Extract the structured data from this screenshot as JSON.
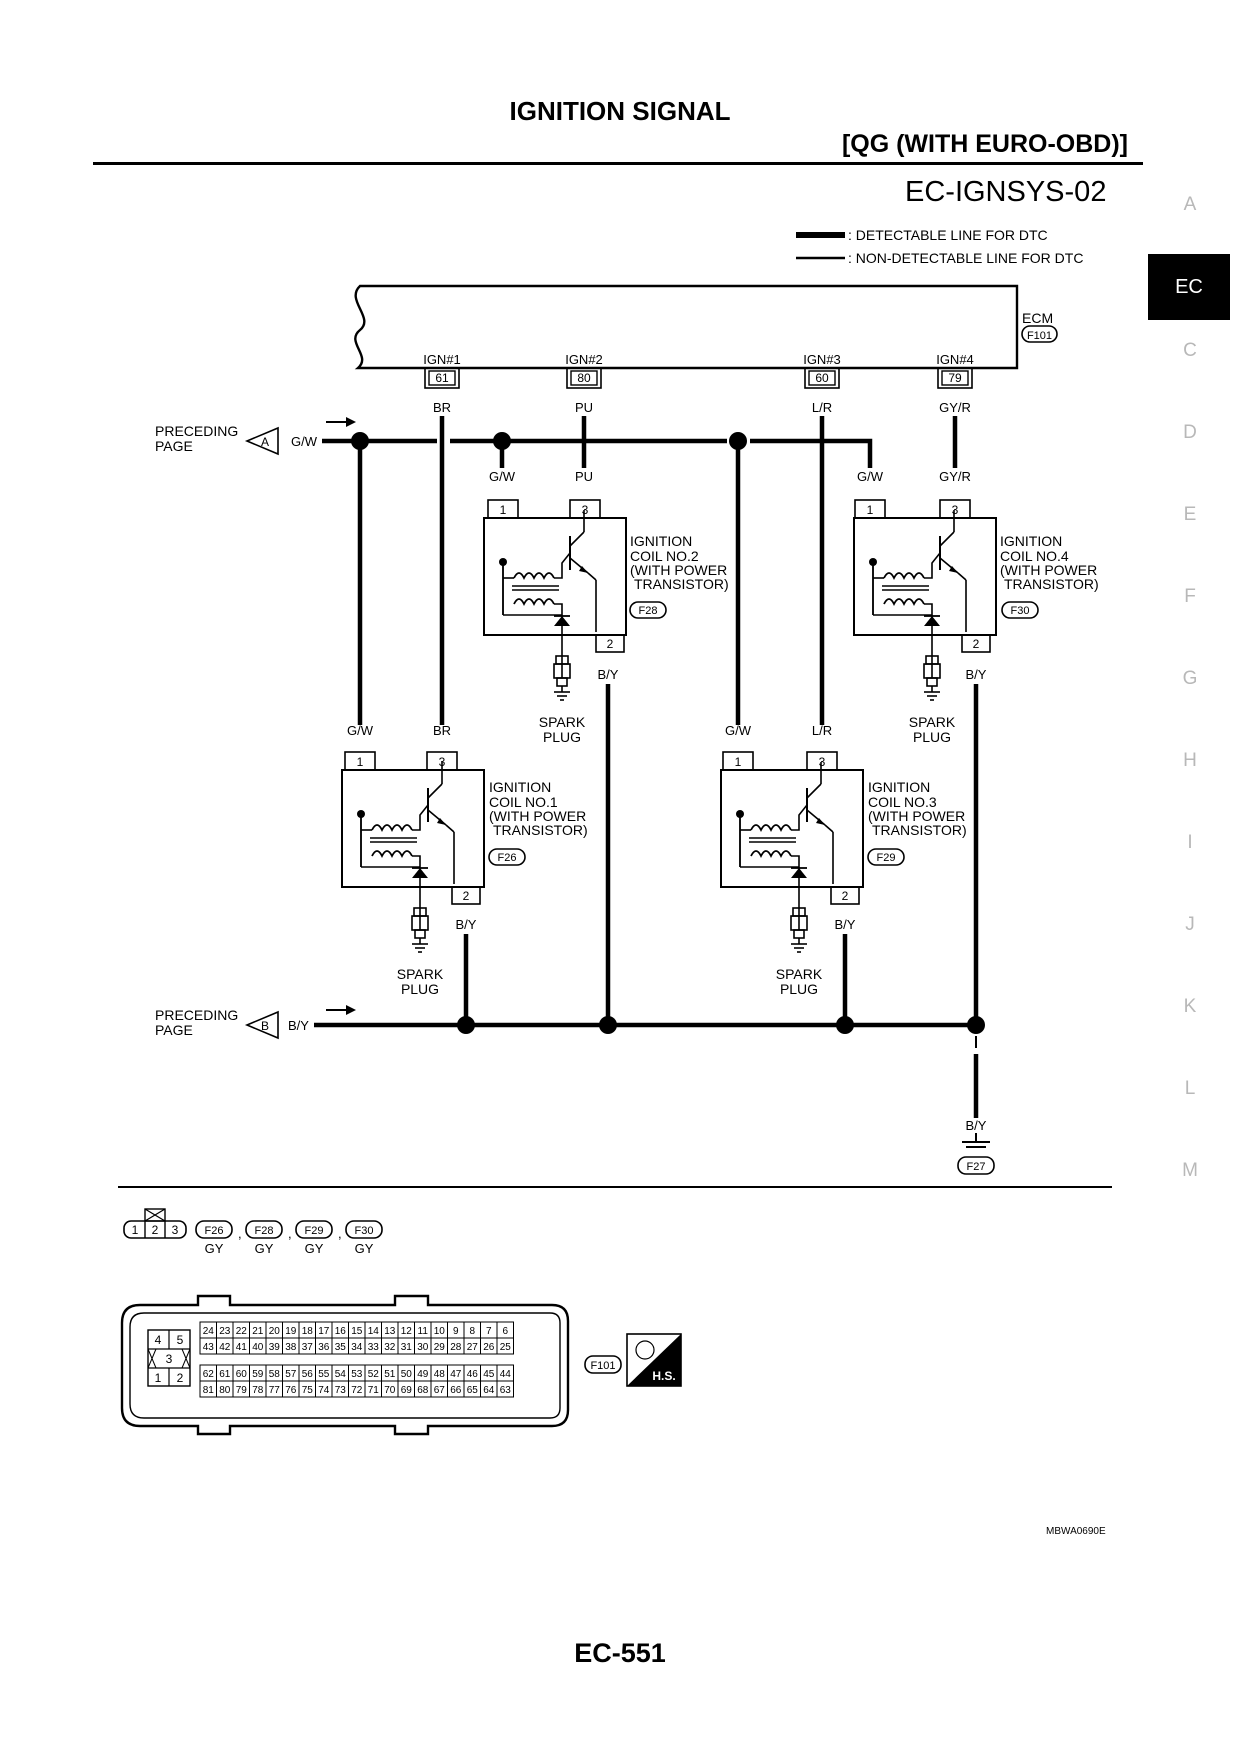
{
  "header": {
    "title": "IGNITION SIGNAL",
    "subtitle": "[QG (WITH EURO-OBD)]"
  },
  "diagram_id": "EC-IGNSYS-02",
  "legend": {
    "detectable": ": DETECTABLE LINE FOR DTC",
    "non_detectable": ": NON-DETECTABLE LINE FOR DTC"
  },
  "ecm": {
    "label": "ECM",
    "connector": "F101",
    "terminals": [
      {
        "name": "IGN#1",
        "pin": "61",
        "wire": "BR"
      },
      {
        "name": "IGN#2",
        "pin": "80",
        "wire": "PU"
      },
      {
        "name": "IGN#3",
        "pin": "60",
        "wire": "L/R"
      },
      {
        "name": "IGN#4",
        "pin": "79",
        "wire": "GY/R"
      }
    ]
  },
  "preceding": [
    {
      "text_line1": "PRECEDING",
      "text_line2": "PAGE",
      "ref": "A",
      "wire": "G/W"
    },
    {
      "text_line1": "PRECEDING",
      "text_line2": "PAGE",
      "ref": "B",
      "wire": "B/Y"
    }
  ],
  "coils": [
    {
      "line1": "IGNITION",
      "line2": "COIL NO.1",
      "line3": "(WITH POWER",
      "line4": "TRANSISTOR)",
      "connector": "F26",
      "pin1": "1",
      "pin3": "3",
      "pin2": "2",
      "wire1": "G/W",
      "wire3": "BR",
      "wire2": "B/Y",
      "plug1": "SPARK",
      "plug2": "PLUG"
    },
    {
      "line1": "IGNITION",
      "line2": "COIL NO.2",
      "line3": "(WITH POWER",
      "line4": "TRANSISTOR)",
      "connector": "F28",
      "pin1": "1",
      "pin3": "3",
      "pin2": "2",
      "wire1": "G/W",
      "wire3": "PU",
      "wire2": "B/Y",
      "plug1": "SPARK",
      "plug2": "PLUG"
    },
    {
      "line1": "IGNITION",
      "line2": "COIL NO.3",
      "line3": "(WITH POWER",
      "line4": "TRANSISTOR)",
      "connector": "F29",
      "pin1": "1",
      "pin3": "3",
      "pin2": "2",
      "wire1": "G/W",
      "wire3": "L/R",
      "wire2": "B/Y",
      "plug1": "SPARK",
      "plug2": "PLUG"
    },
    {
      "line1": "IGNITION",
      "line2": "COIL NO.4",
      "line3": "(WITH POWER",
      "line4": "TRANSISTOR)",
      "connector": "F30",
      "pin1": "1",
      "pin3": "3",
      "pin2": "2",
      "wire1": "G/W",
      "wire3": "GY/R",
      "wire2": "B/Y",
      "plug1": "SPARK",
      "plug2": "PLUG"
    }
  ],
  "ground": {
    "wire": "B/Y",
    "connector": "F27"
  },
  "connector_views": {
    "coil_pins": [
      "1",
      "2",
      "3"
    ],
    "coils": [
      {
        "id": "F26",
        "color": "GY"
      },
      {
        "id": "F28",
        "color": "GY"
      },
      {
        "id": "F29",
        "color": "GY"
      },
      {
        "id": "F30",
        "color": "GY"
      }
    ],
    "ecm_id": "F101",
    "ecm_small_pins": [
      "4",
      "5",
      "3",
      "1",
      "2"
    ],
    "ecm_rows": [
      [
        "24",
        "23",
        "22",
        "21",
        "20",
        "19",
        "18",
        "17",
        "16",
        "15",
        "14",
        "13",
        "12",
        "11",
        "10",
        "9",
        "8",
        "7",
        "6"
      ],
      [
        "43",
        "42",
        "41",
        "40",
        "39",
        "38",
        "37",
        "36",
        "35",
        "34",
        "33",
        "32",
        "31",
        "30",
        "29",
        "28",
        "27",
        "26",
        "25"
      ],
      [
        "62",
        "61",
        "60",
        "59",
        "58",
        "57",
        "56",
        "55",
        "54",
        "53",
        "52",
        "51",
        "50",
        "49",
        "48",
        "47",
        "46",
        "45",
        "44"
      ],
      [
        "81",
        "80",
        "79",
        "78",
        "77",
        "76",
        "75",
        "74",
        "73",
        "72",
        "71",
        "70",
        "69",
        "68",
        "67",
        "66",
        "65",
        "64",
        "63"
      ]
    ],
    "hs_label": "H.S."
  },
  "side_index": [
    "A",
    "EC",
    "C",
    "D",
    "E",
    "F",
    "G",
    "H",
    "I",
    "J",
    "K",
    "L",
    "M"
  ],
  "side_active": "EC",
  "ref_code": "MBWA0690E",
  "page_number": "EC-551"
}
